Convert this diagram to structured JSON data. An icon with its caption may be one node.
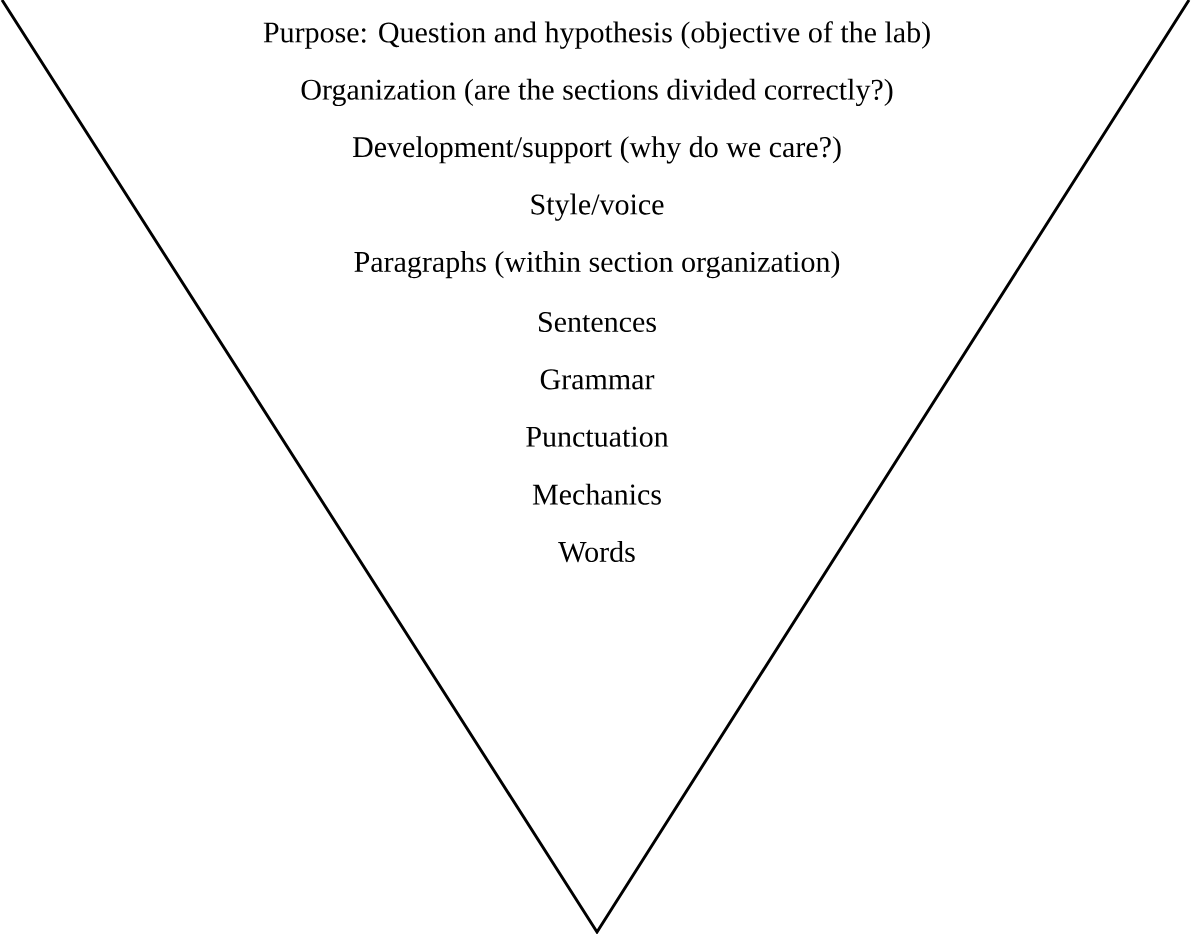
{
  "diagram": {
    "nodes": [
      {
        "text": [
          "Purpose: Question and hypothesis (objective of the lab)",
          "Organization (are the sections divided correctly?)",
          "Development/support (why do we care?)",
          "Style/voice",
          "Paragraphs (within section organization)",
          "Sentences",
          "Grammar",
          "Punctuation",
          "Mechanics",
          "Words"
        ]
      }
    ]
  }
}
